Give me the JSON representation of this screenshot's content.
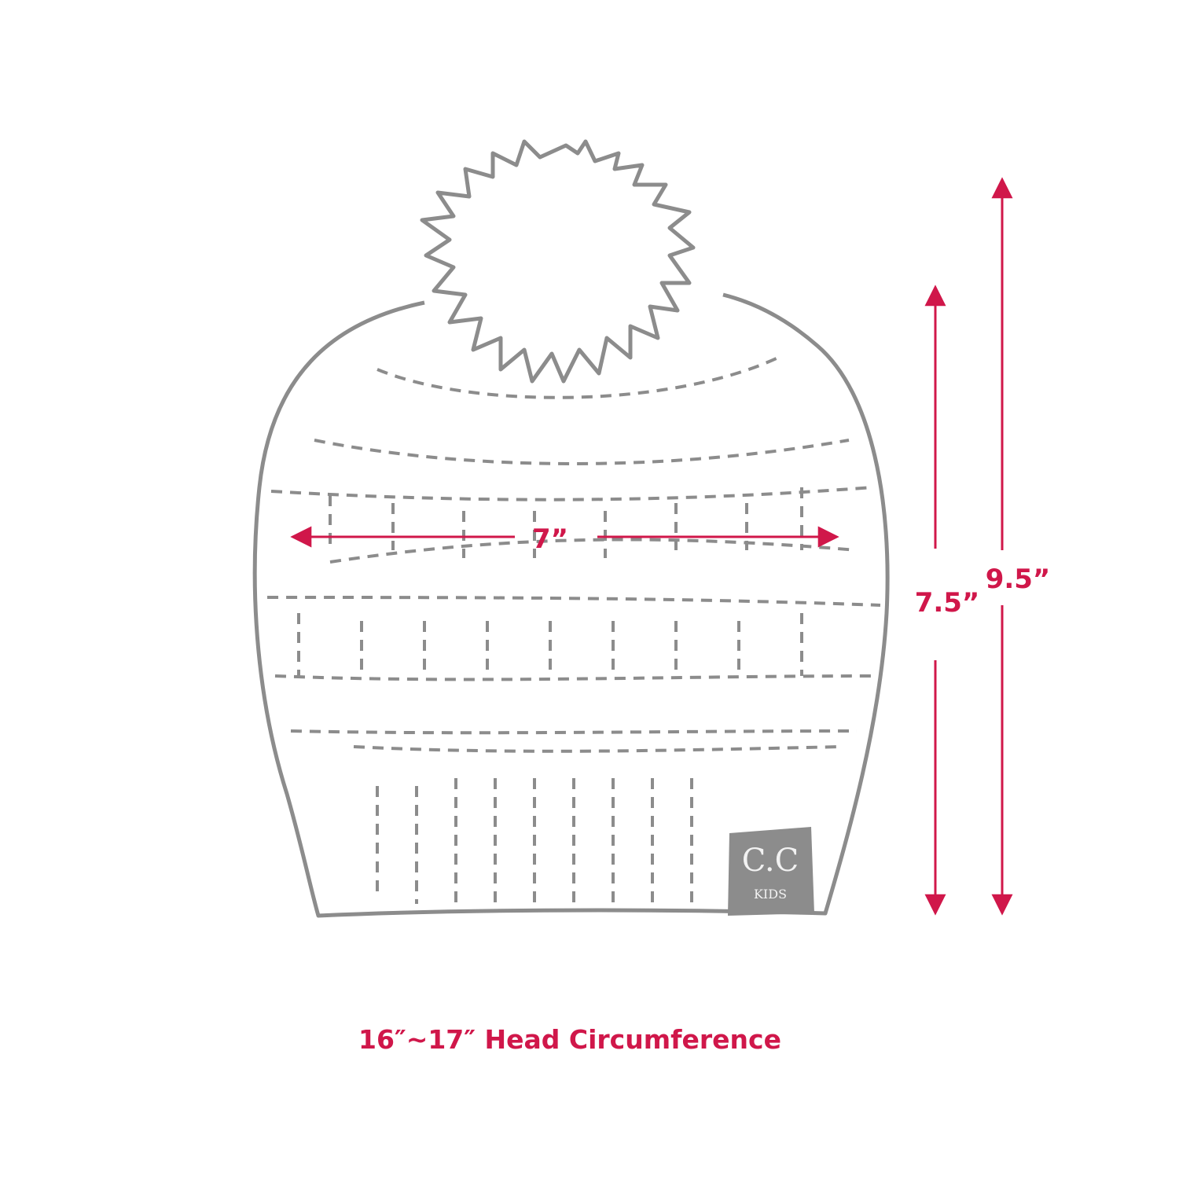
{
  "product": {
    "brand_label": "C.C",
    "brand_sub": "KIDS"
  },
  "dimensions": {
    "total_height": "9.5”",
    "body_height": "7.5”",
    "width": "7”",
    "circumference": "16″~17″ Head Circumference"
  },
  "colors": {
    "accent": "#d0174a",
    "outline": "#8c8c8c"
  }
}
